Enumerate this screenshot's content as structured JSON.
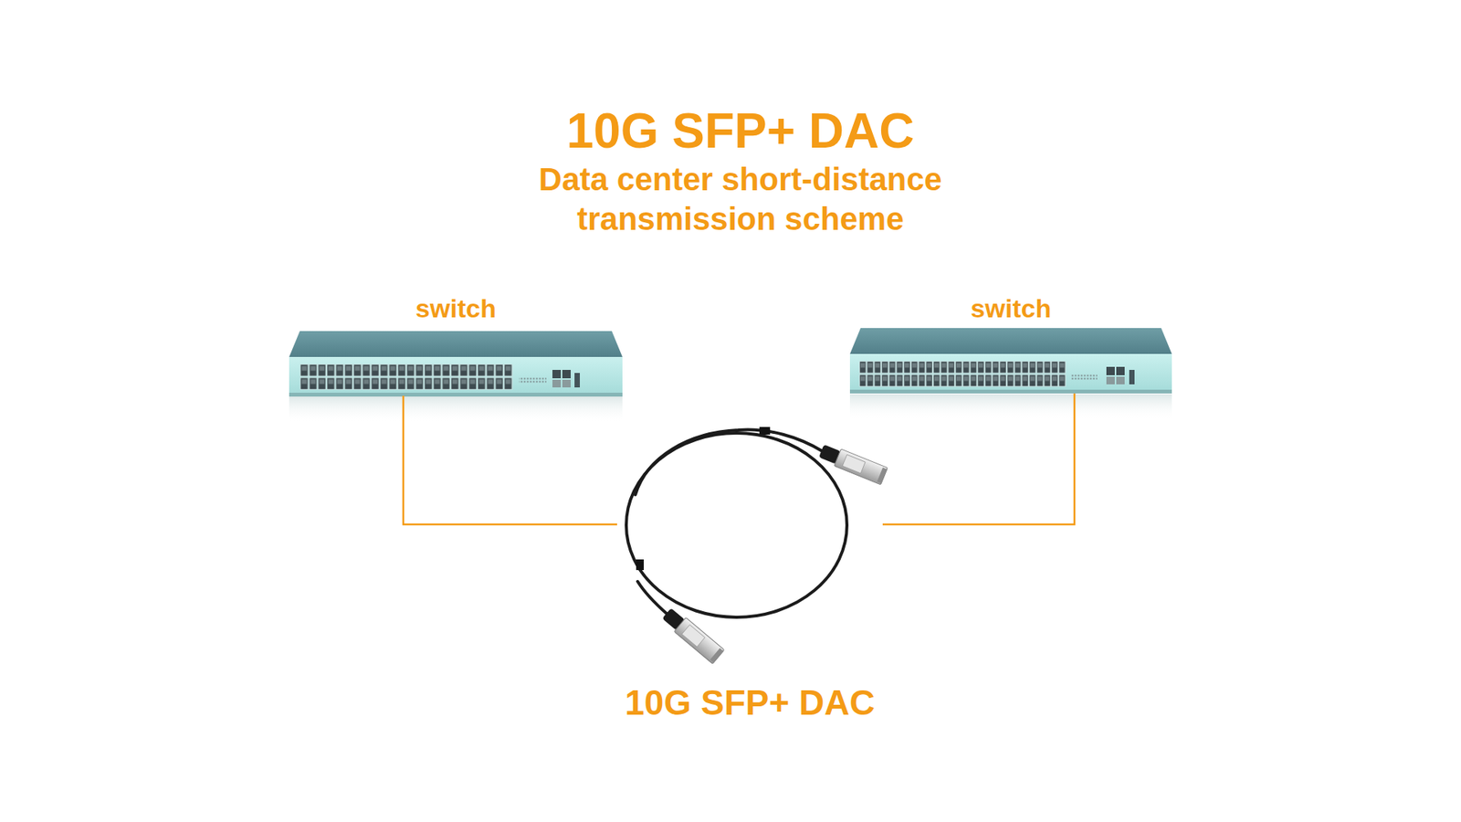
{
  "diagram": {
    "title": "10G SFP+ DAC",
    "nodes": [
      {
        "text": [
          "switch"
        ]
      },
      {
        "text": [
          "switch"
        ]
      },
      {
        "text": [
          "10G SFP+ DAC"
        ]
      }
    ],
    "edges": [
      {
        "from": 0,
        "to": 2,
        "arrow": "none"
      },
      {
        "from": 2,
        "to": 1,
        "arrow": "none"
      }
    ],
    "labels": [
      "Data center short-distance transmission scheme"
    ]
  }
}
